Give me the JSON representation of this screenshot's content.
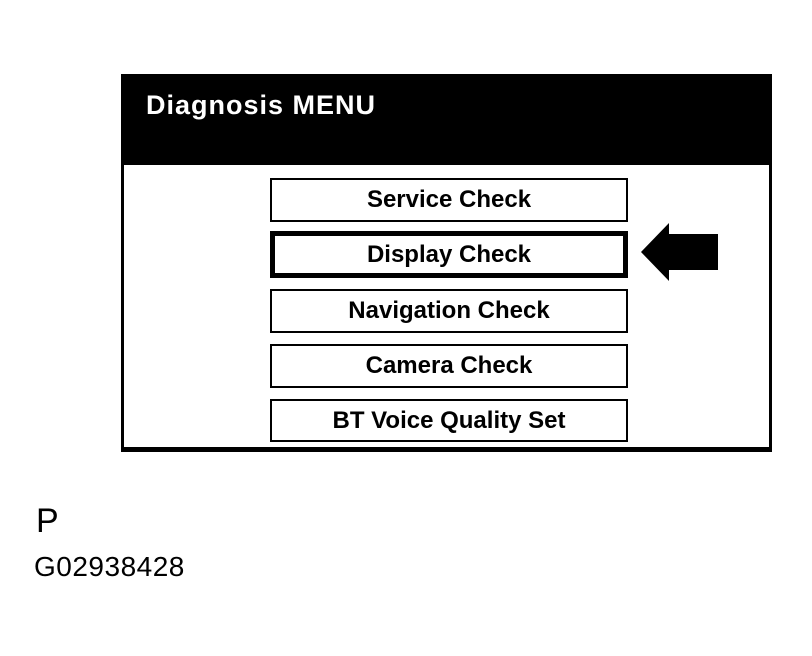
{
  "screen": {
    "title": "Diagnosis MENU",
    "menu_items": [
      {
        "label": "Service Check",
        "selected": false
      },
      {
        "label": "Display Check",
        "selected": true
      },
      {
        "label": "Navigation Check",
        "selected": false
      },
      {
        "label": "Camera Check",
        "selected": false
      },
      {
        "label": "BT Voice Quality Set",
        "selected": false
      }
    ]
  },
  "annotations": {
    "pointer_icon": "arrow-left-icon",
    "pointer_target": "Display Check",
    "figure_letter": "P",
    "figure_id": "G02938428"
  },
  "colors": {
    "background": "#ffffff",
    "header_bg": "#000000",
    "header_text": "#ffffff",
    "button_border": "#000000",
    "button_text": "#000000",
    "arrow_fill": "#000000"
  }
}
